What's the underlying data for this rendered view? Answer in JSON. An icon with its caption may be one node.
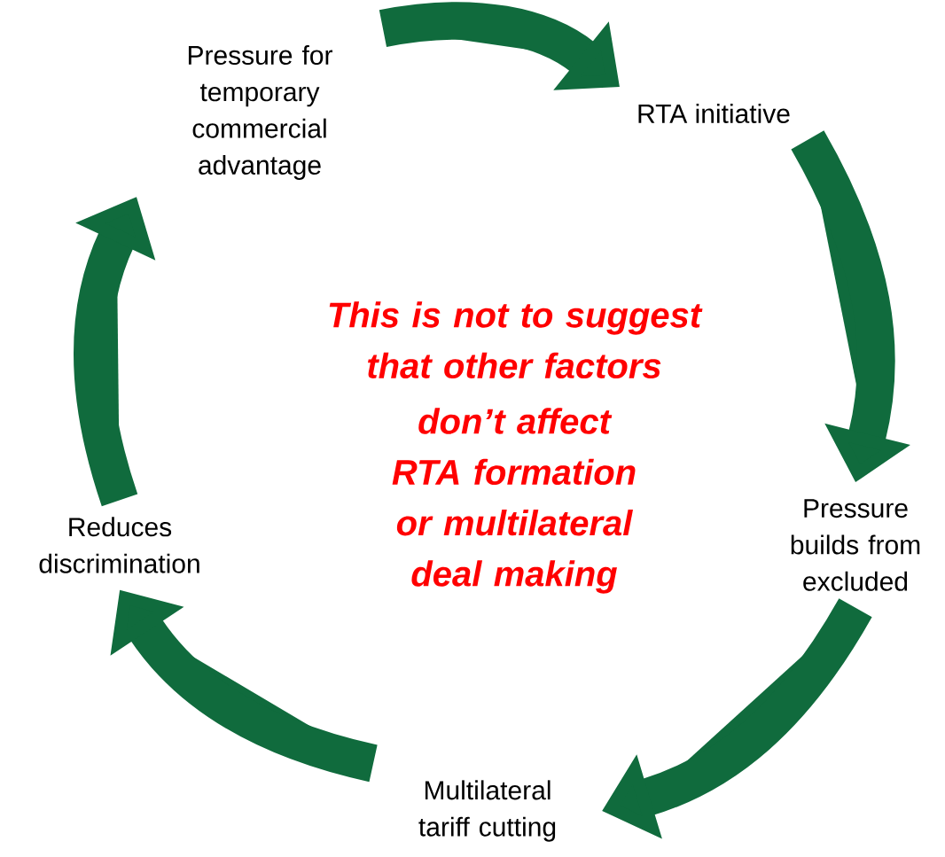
{
  "diagram": {
    "nodes": [
      {
        "text": [
          "Pressure for temporary commercial advantage"
        ]
      },
      {
        "text": [
          "RTA initiative"
        ]
      },
      {
        "text": [
          "Pressure builds from excluded"
        ]
      },
      {
        "text": [
          "Multilateral tariff cutting"
        ]
      },
      {
        "text": [
          "Reduces discrimination"
        ]
      }
    ],
    "edges": [
      {
        "from": 0,
        "to": 1,
        "arrow": "to"
      },
      {
        "from": 1,
        "to": 2,
        "arrow": "to"
      },
      {
        "from": 2,
        "to": 3,
        "arrow": "to"
      },
      {
        "from": 3,
        "to": 4,
        "arrow": "to"
      },
      {
        "from": 4,
        "to": 0,
        "arrow": "to"
      }
    ],
    "labels": [
      "This is not to suggest that other factors",
      "don’t affect RTA formation or multilateral deal making"
    ]
  }
}
